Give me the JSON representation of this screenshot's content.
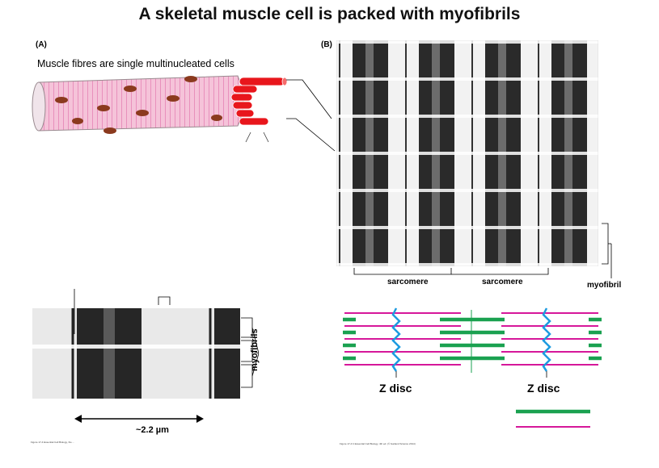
{
  "title": "A skeletal muscle cell is packed with myofibrils",
  "panel_a": {
    "label": "(A)",
    "caption": "Muscle fibres are single multinucleated cells"
  },
  "panel_b": {
    "label": "(B)",
    "sarcomere_label_1": "sarcomere",
    "sarcomere_label_2": "sarcomere",
    "myofibril_label": "myofibril"
  },
  "panel_c": {
    "myofibrils_label": "myofibrils",
    "scale_label": "~2.2 µm",
    "credit": "Figure 17-4 Essential Cell Biology, 3/e ..."
  },
  "panel_d": {
    "z_disc_left": "Z disc",
    "z_disc_right": "Z disc",
    "credit": "Figure 17-4 b Essential Cell Biology, 4th ed. (© Garland Science 2014)"
  },
  "colors": {
    "actin": "#d6179a",
    "myosin": "#1aa150",
    "z_disc": "#1d9be0",
    "fibre": "#f3b3cf",
    "nucleus": "#8b3a1e",
    "myofibril_red": "#e8161c"
  }
}
